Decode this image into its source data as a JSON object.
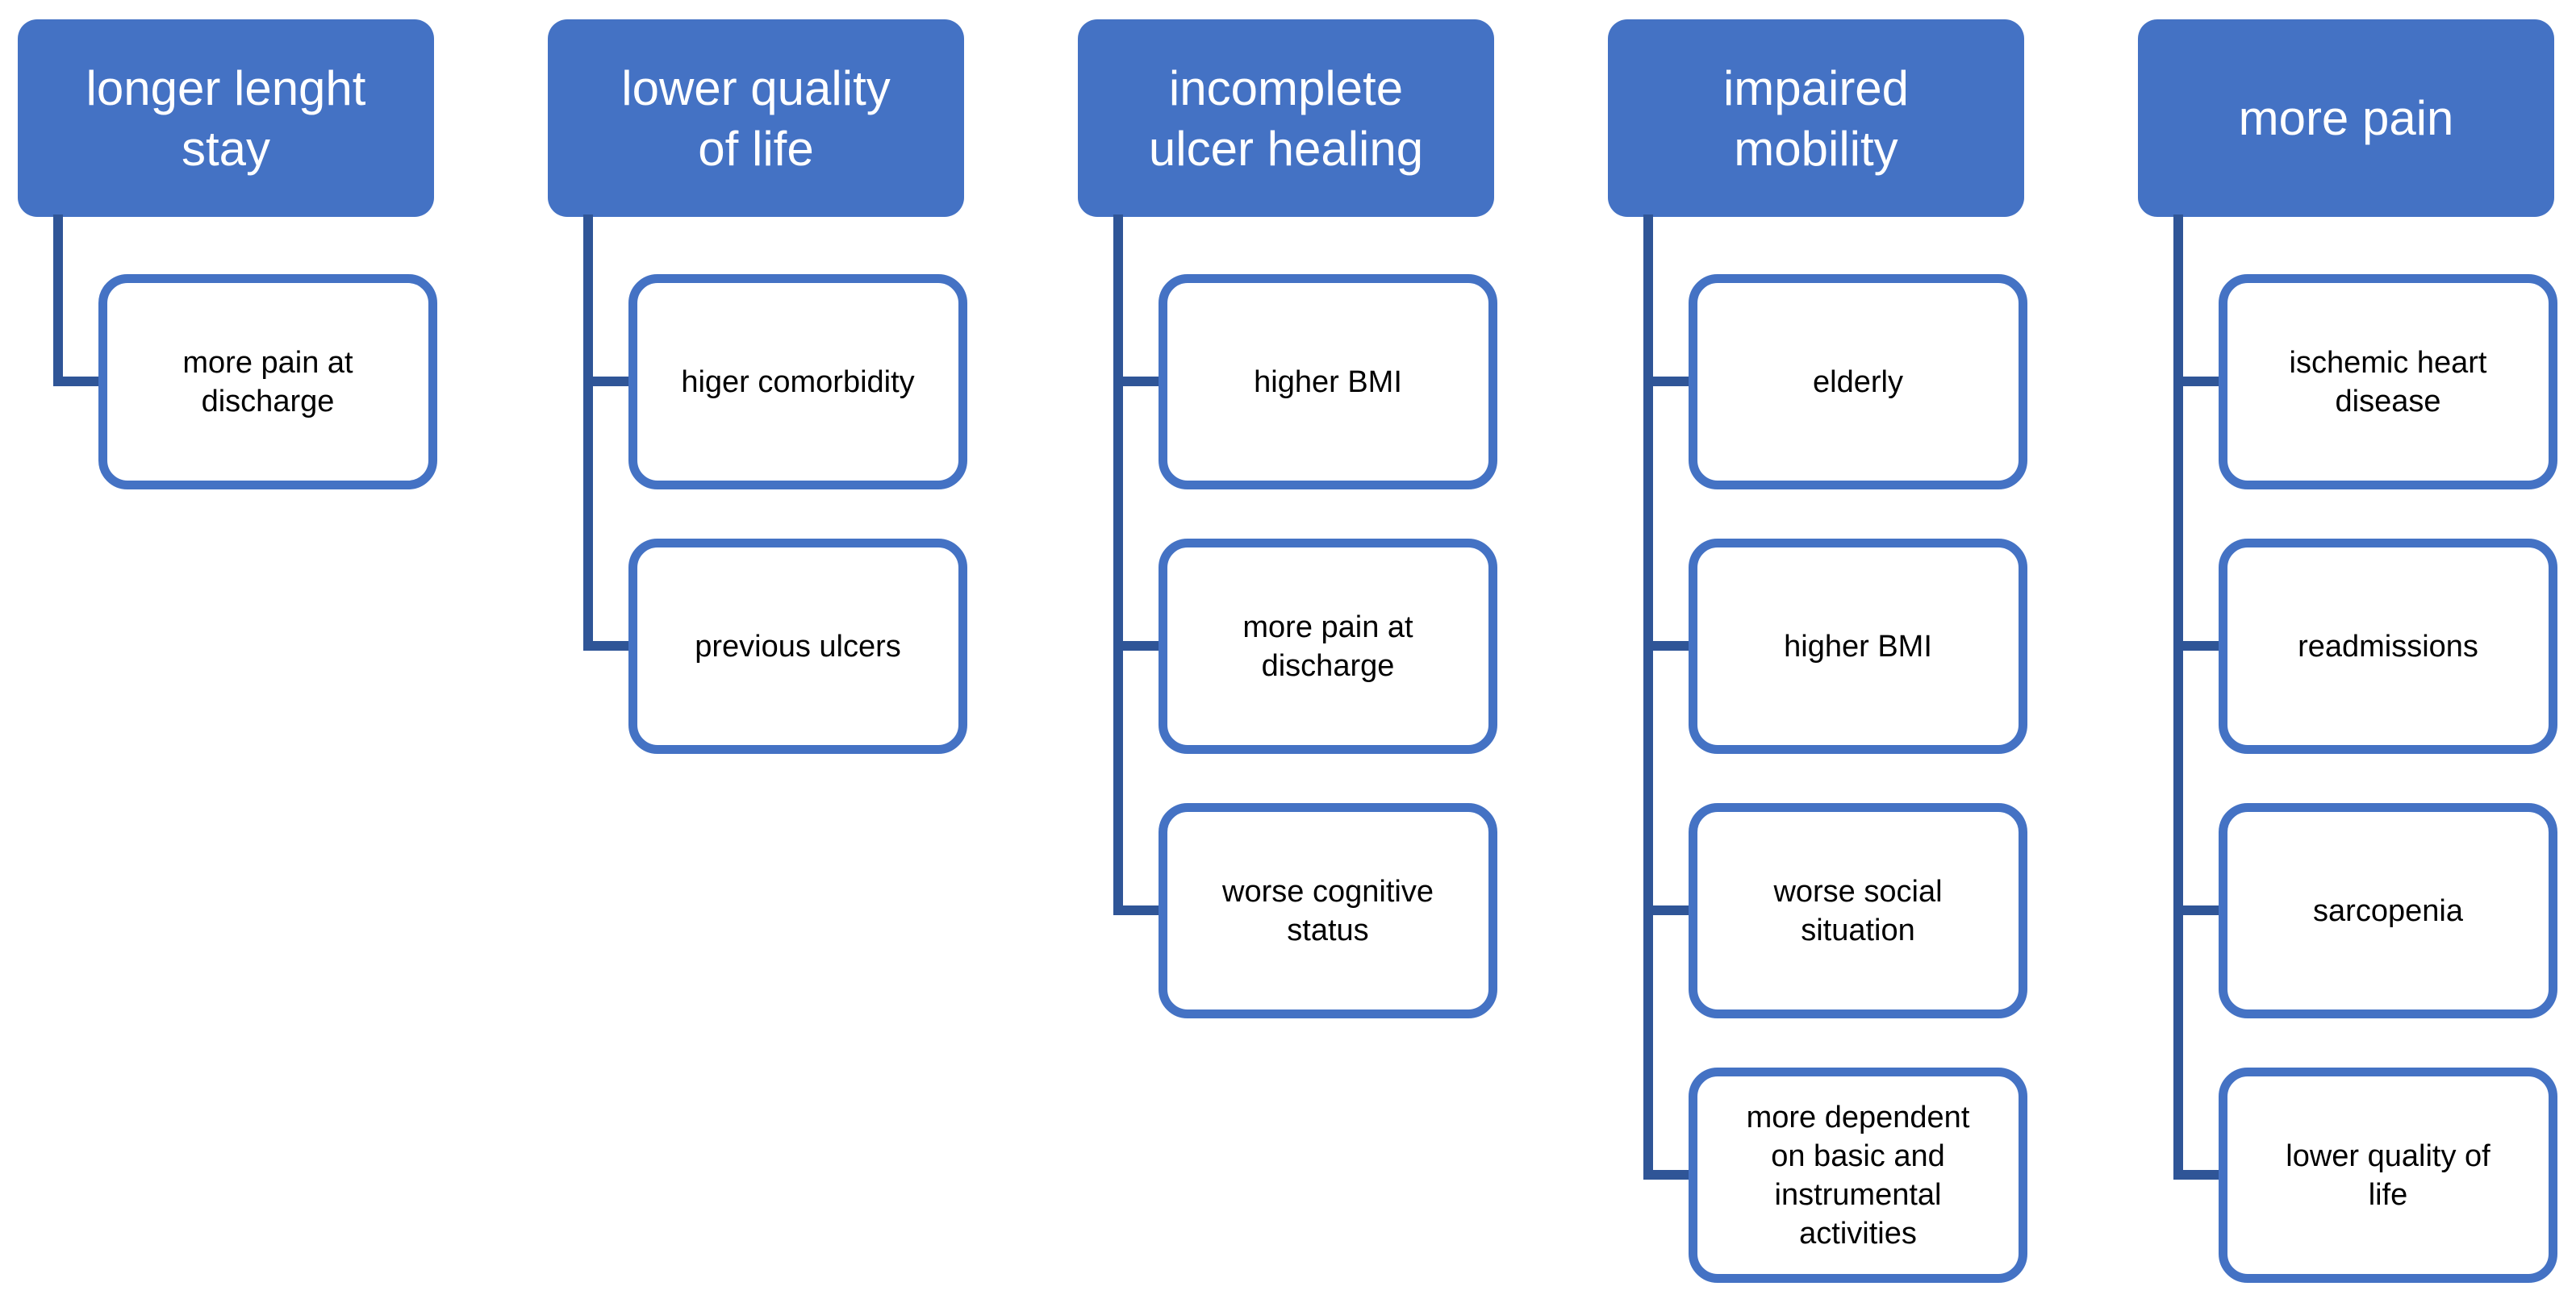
{
  "colors": {
    "header_fill": "#4472C4",
    "header_text": "#FFFFFF",
    "child_border": "#4472C4",
    "child_fill": "#FFFFFF",
    "child_text": "#000000",
    "connector": "#2F5597",
    "background": "#FFFFFF"
  },
  "diagram": {
    "type": "hierarchy-list",
    "columns": [
      {
        "title": "longer lenght\nstay",
        "children": [
          "more pain at\ndischarge"
        ]
      },
      {
        "title": "lower quality\nof life",
        "children": [
          "higer comorbidity",
          "previous ulcers"
        ]
      },
      {
        "title": "incomplete\nulcer healing",
        "children": [
          "higher BMI",
          "more pain at\ndischarge",
          "worse cognitive\nstatus"
        ]
      },
      {
        "title": "impaired\nmobility",
        "children": [
          "elderly",
          "higher BMI",
          "worse social\nsituation",
          "more dependent\non basic and\ninstrumental\nactivities"
        ]
      },
      {
        "title": "more pain",
        "children": [
          "ischemic heart\ndisease",
          "readmissions",
          "sarcopenia",
          "lower quality of\nlife"
        ]
      }
    ]
  }
}
